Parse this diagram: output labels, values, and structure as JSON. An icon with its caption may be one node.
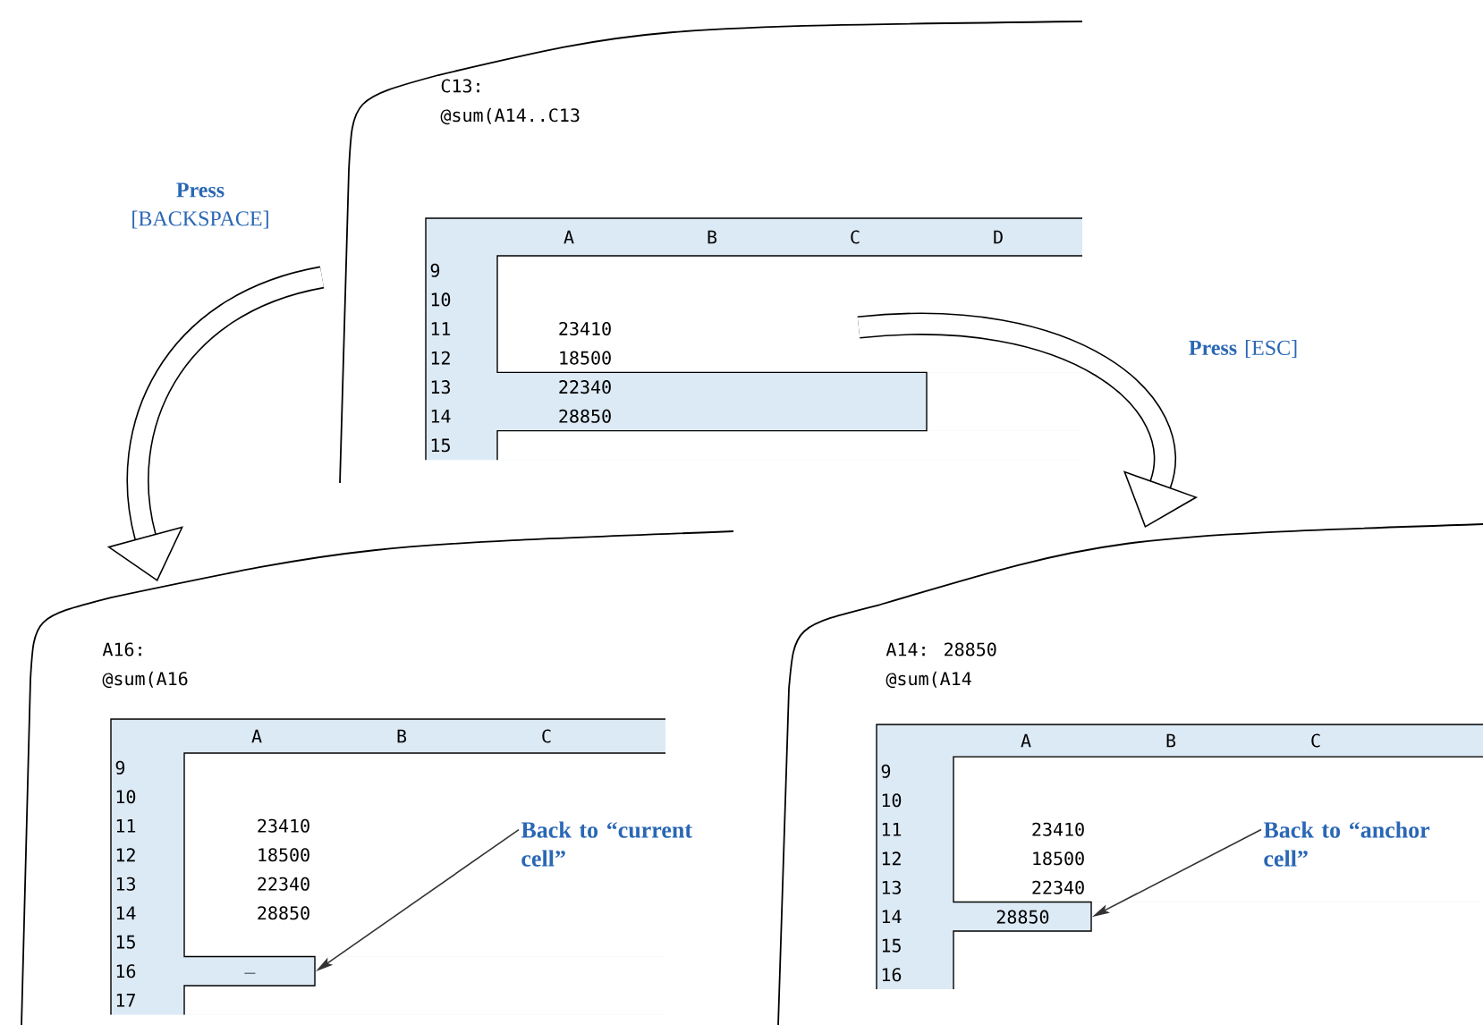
{
  "diagram": {
    "nodes": [
      {
        "text": [
          "C13:",
          "@sum(A14..C13"
        ]
      },
      {
        "text": [
          "A16:",
          "@sum(A16"
        ]
      },
      {
        "text": [
          "_"
        ],
        "in": 1
      },
      {
        "text": [
          "Back to “current cell”"
        ],
        "in": 1
      },
      {
        "text": [
          "A14: 28850",
          "@sum(A14"
        ]
      },
      {
        "text": [
          "28850"
        ],
        "in": 4
      },
      {
        "text": [
          "Back to “anchor cell”"
        ],
        "in": 4
      }
    ],
    "edges": [
      {
        "from": 0,
        "to": 1,
        "arrow": "to",
        "style": "thick",
        "label": "**Press** [BACKSPACE]"
      },
      {
        "from": 0,
        "to": 4,
        "arrow": "to",
        "style": "thick",
        "label": "**Press** [ESC]"
      },
      {
        "from": 3,
        "to": 2,
        "arrow": "to"
      },
      {
        "from": 6,
        "to": 5,
        "arrow": "to"
      }
    ],
    "labels": [
      "A",
      "B",
      "C",
      "D",
      "9",
      "10",
      "11",
      "23410",
      "12",
      "18500",
      "13",
      "22340",
      "14",
      "28850",
      "15",
      "A",
      "B",
      "C",
      "9",
      "10",
      "11",
      "23410",
      "12",
      "18500",
      "13",
      "22340",
      "14",
      "28850",
      "15",
      "16",
      "17",
      "A",
      "B",
      "C",
      "9",
      "10",
      "11",
      "23410",
      "12",
      "18500",
      "13",
      "22340",
      "14",
      "15",
      "16"
    ]
  }
}
